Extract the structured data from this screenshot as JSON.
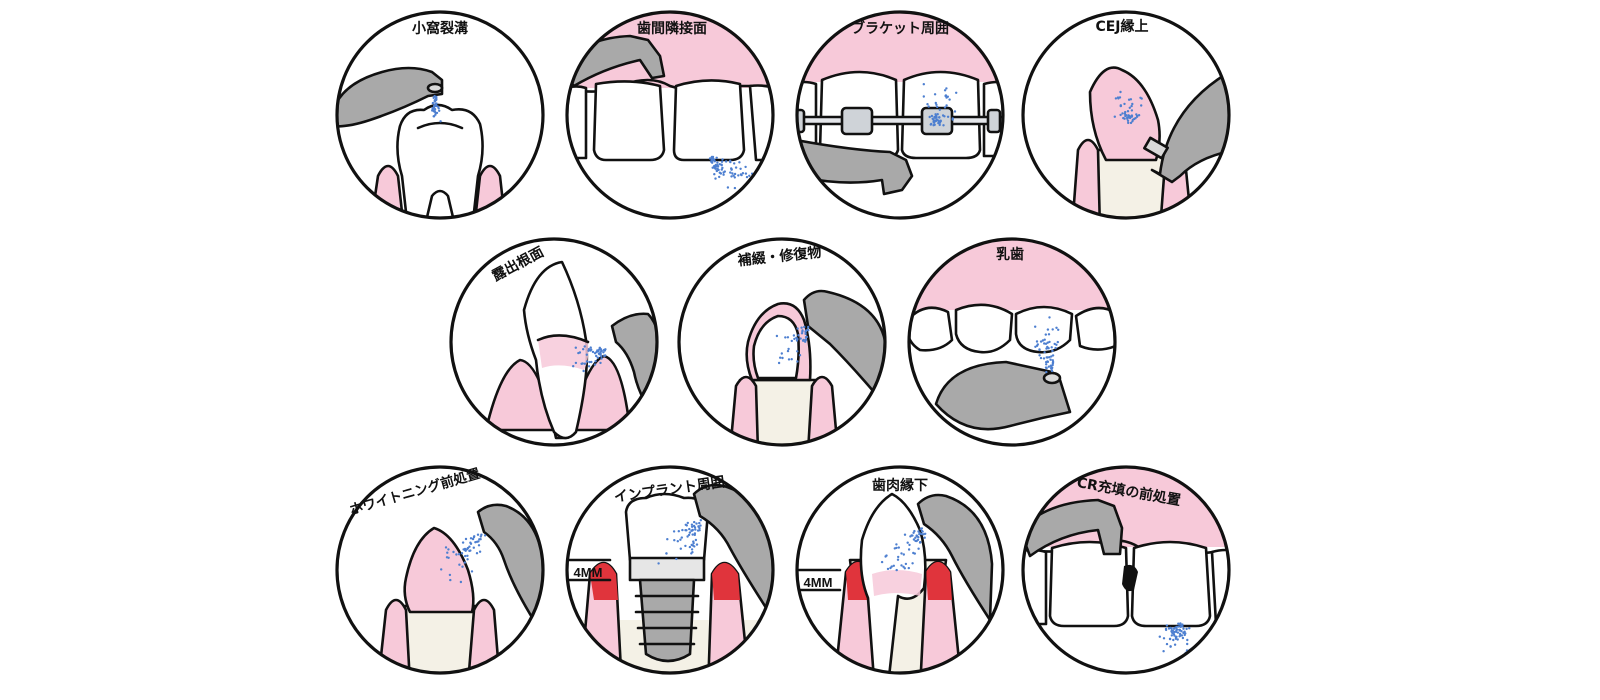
{
  "colors": {
    "gum": "#f7c9d9",
    "gum_edge": "#e37aa0",
    "inflamed": "#e0343c",
    "tooth": "#ffffff",
    "root": "#f4f1e6",
    "instrument": "#a9a9a9",
    "instrument_light": "#d9d9d9",
    "powder": "#4d7fd0",
    "outline": "#111111",
    "bracket": "#cfd3d8"
  },
  "icons": [
    "dental-nozzle-icon",
    "tooth-icon",
    "gum-icon",
    "powder-spray-icon",
    "bracket-icon",
    "implant-icon"
  ],
  "panels": [
    {
      "id": "pits-fissures",
      "label": "小窩裂溝"
    },
    {
      "id": "interproximal",
      "label": "歯間隣接面"
    },
    {
      "id": "around-brackets",
      "label": "ブラケット周囲"
    },
    {
      "id": "above-cej",
      "label": "CEJ縁上"
    },
    {
      "id": "exposed-root",
      "label": "露出根面"
    },
    {
      "id": "prosthetics",
      "label": "補綴・修復物"
    },
    {
      "id": "primary-teeth",
      "label": "乳歯"
    },
    {
      "id": "pre-whitening",
      "label": "ホワイトニング前処置"
    },
    {
      "id": "around-implant",
      "label": "インプラント周囲",
      "depth": "4MM"
    },
    {
      "id": "subgingival",
      "label": "歯肉縁下",
      "depth": "4MM"
    },
    {
      "id": "pre-cr-filling",
      "label": "CR充填の前処置"
    }
  ]
}
